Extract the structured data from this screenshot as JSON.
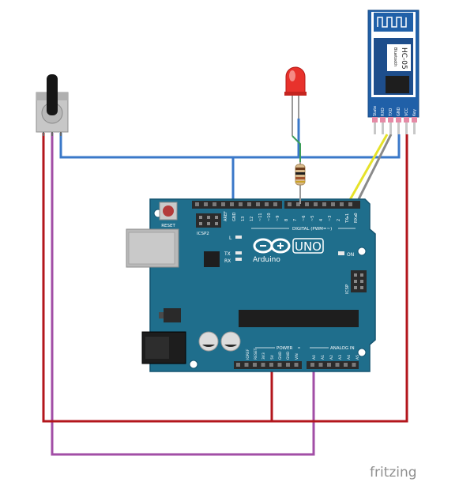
{
  "board": {
    "reset_label": "RESET",
    "icsp2_label": "ICSP2",
    "aref_label": "AREF",
    "gnd_top_label": "GND",
    "d13_label": "13",
    "d12_label": "12",
    "d11_label": "~11",
    "d10_label": "~10",
    "d9_label": "~9",
    "d8_label": "8",
    "d7_label": "7",
    "d6_label": "~6",
    "d5_label": "~5",
    "d4_label": "4",
    "d3_label": "~3",
    "d2_label": "2",
    "tx1_label": "TX▸1",
    "rx0_label": "RX◂0",
    "digital_label": "DIGITAL (PWM=~)",
    "l_label": "L",
    "tx_label": "TX",
    "rx_label": "RX",
    "brand": "Arduino",
    "model": "UNO",
    "on_label": "ON",
    "icsp_label": "ICSP",
    "power_label": "POWER",
    "analog_label": "ANALOG IN",
    "ioref_label": "IOREF",
    "reset_pin_label": "RESET",
    "v33_label": "3V3",
    "v5_label": "5V",
    "gnd1_label": "GND",
    "gnd2_label": "GND",
    "vin_label": "VIN",
    "a0_label": "A0",
    "a1_label": "A1",
    "a2_label": "A2",
    "a3_label": "A3",
    "a4_label": "A4",
    "a5_label": "A5"
  },
  "bluetooth": {
    "model": "HC-05",
    "sub": "Bluetooth",
    "pin_state": "State",
    "pin_rxd": "RXD",
    "pin_txd": "TXD",
    "pin_gnd": "GND",
    "pin_vcc": "VCC",
    "pin_key": "Key"
  },
  "watermark": "fritzing",
  "colors": {
    "board": "#1f6e8c",
    "wire_blue": "#3a78c9",
    "wire_red": "#b3161c",
    "wire_purple": "#a24ea6",
    "wire_yellow": "#e6e22a",
    "wire_gray": "#8a8a8a",
    "led_red": "#e8322c"
  }
}
